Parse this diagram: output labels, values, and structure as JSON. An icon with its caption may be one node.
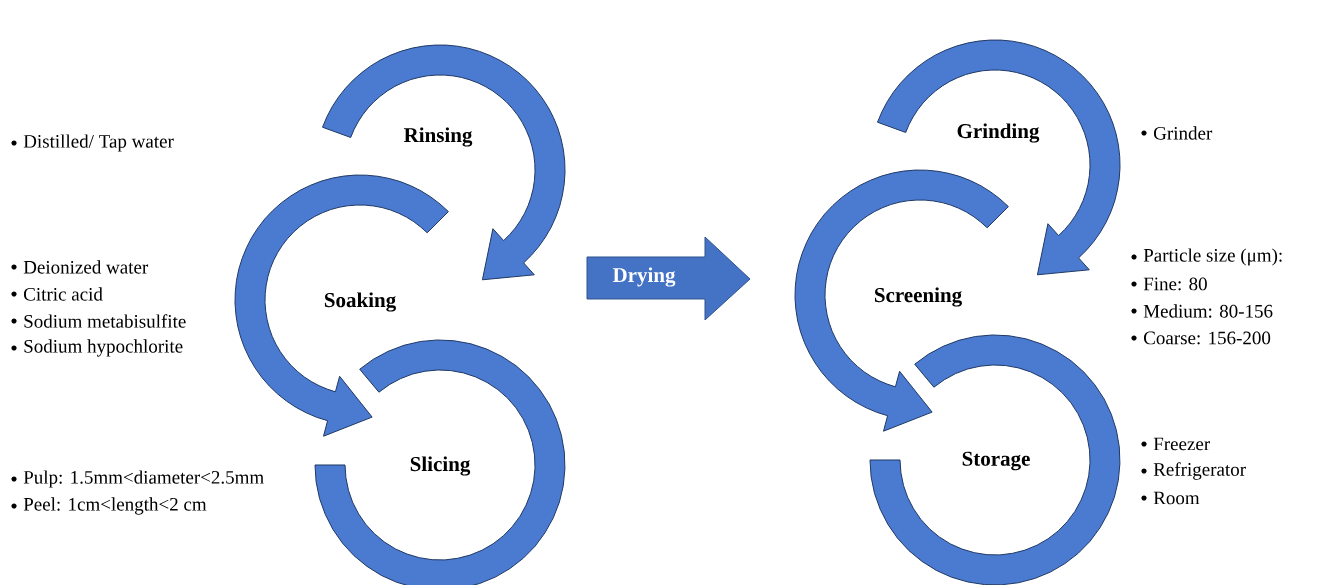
{
  "diagram": {
    "nodes": [
      {
        "text": [
          "Rinsing"
        ]
      },
      {
        "text": [
          "Soaking"
        ]
      },
      {
        "text": [
          "Slicing"
        ]
      },
      {
        "text": [
          "Drying"
        ]
      },
      {
        "text": [
          "Grinding"
        ]
      },
      {
        "text": [
          "Screening"
        ]
      },
      {
        "text": [
          "Storage"
        ]
      }
    ],
    "edges": [
      {
        "from": null,
        "to": 1,
        "arrow": "to"
      },
      {
        "from": null,
        "to": 2,
        "arrow": "to"
      },
      {
        "from": null,
        "to": 5,
        "arrow": "to"
      },
      {
        "from": null,
        "to": 6,
        "arrow": "to"
      }
    ],
    "labels": [
      "Distilled/ Tap water",
      "Deionized water",
      "Citric acid",
      "Sodium metabisulfite",
      "Sodium hypochlorite",
      "Pulp: 1.5mm<diameter<2.5mm",
      "Peel: 1cm<length<2 cm",
      "Grinder",
      "Particle size (μm):",
      "Fine: 80",
      "Medium: 80-156",
      "Coarse: 156-200",
      "Freezer",
      "Refrigerator",
      "Room"
    ]
  }
}
